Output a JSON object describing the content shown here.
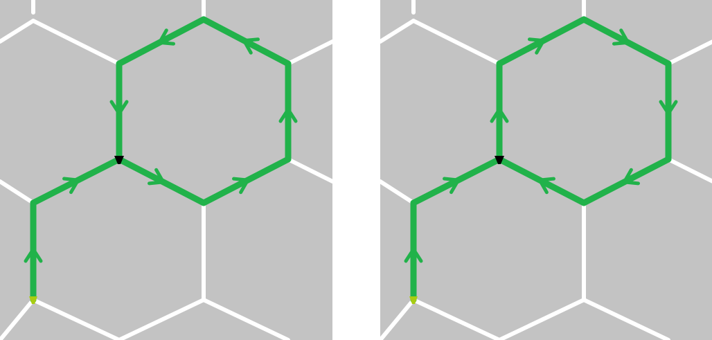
{
  "colors": {
    "background": "#ffffff",
    "cell": "#c3c3c3",
    "grid_line": "#ffffff",
    "path": "#21b24a",
    "start_marker": "#a8cc12",
    "junction_marker": "#000000"
  },
  "panels": [
    {
      "id": "left",
      "loop_direction": "counterclockwise",
      "segments": [
        {
          "from": "start",
          "to": "A",
          "arrow": "forward"
        },
        {
          "from": "A",
          "to": "J",
          "arrow": "forward"
        },
        {
          "from": "J",
          "to": "B",
          "arrow": "forward"
        },
        {
          "from": "B",
          "to": "C",
          "arrow": "forward"
        },
        {
          "from": "C",
          "to": "D",
          "arrow": "forward"
        },
        {
          "from": "D",
          "to": "E",
          "arrow": "forward"
        },
        {
          "from": "E",
          "to": "F",
          "arrow": "forward"
        },
        {
          "from": "F",
          "to": "J",
          "arrow": "forward"
        }
      ]
    },
    {
      "id": "right",
      "loop_direction": "clockwise",
      "segments": [
        {
          "from": "start",
          "to": "A",
          "arrow": "forward"
        },
        {
          "from": "A",
          "to": "J",
          "arrow": "forward"
        },
        {
          "from": "J",
          "to": "F",
          "arrow": "forward"
        },
        {
          "from": "F",
          "to": "E",
          "arrow": "forward"
        },
        {
          "from": "E",
          "to": "D",
          "arrow": "forward"
        },
        {
          "from": "D",
          "to": "C",
          "arrow": "forward"
        },
        {
          "from": "C",
          "to": "B",
          "arrow": "forward"
        },
        {
          "from": "B",
          "to": "J",
          "arrow": "forward"
        }
      ]
    }
  ]
}
